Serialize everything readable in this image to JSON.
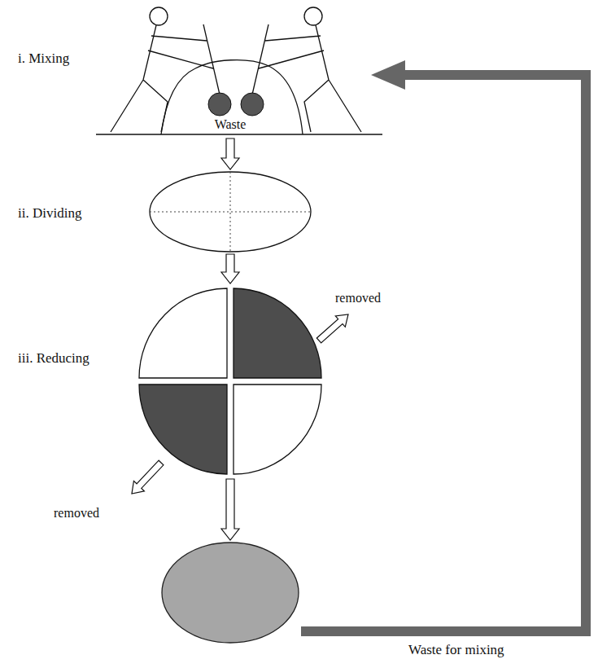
{
  "diagram": {
    "nodes": [
      {
        "text": [
          "i. Mixing",
          "Waste"
        ]
      },
      {
        "text": [
          "ii. Dividing"
        ]
      },
      {
        "text": [
          "iii. Reducing"
        ]
      },
      {
        "text": []
      }
    ],
    "edges": [
      {
        "from": 0,
        "to": 1,
        "arrow": "to"
      },
      {
        "from": 1,
        "to": 2,
        "arrow": "to"
      },
      {
        "from": 2,
        "to": 3,
        "arrow": "to"
      },
      {
        "from": 3,
        "to": 0,
        "arrow": "to",
        "label": "Waste for mixing"
      }
    ],
    "labels": [
      "removed",
      "removed"
    ]
  }
}
